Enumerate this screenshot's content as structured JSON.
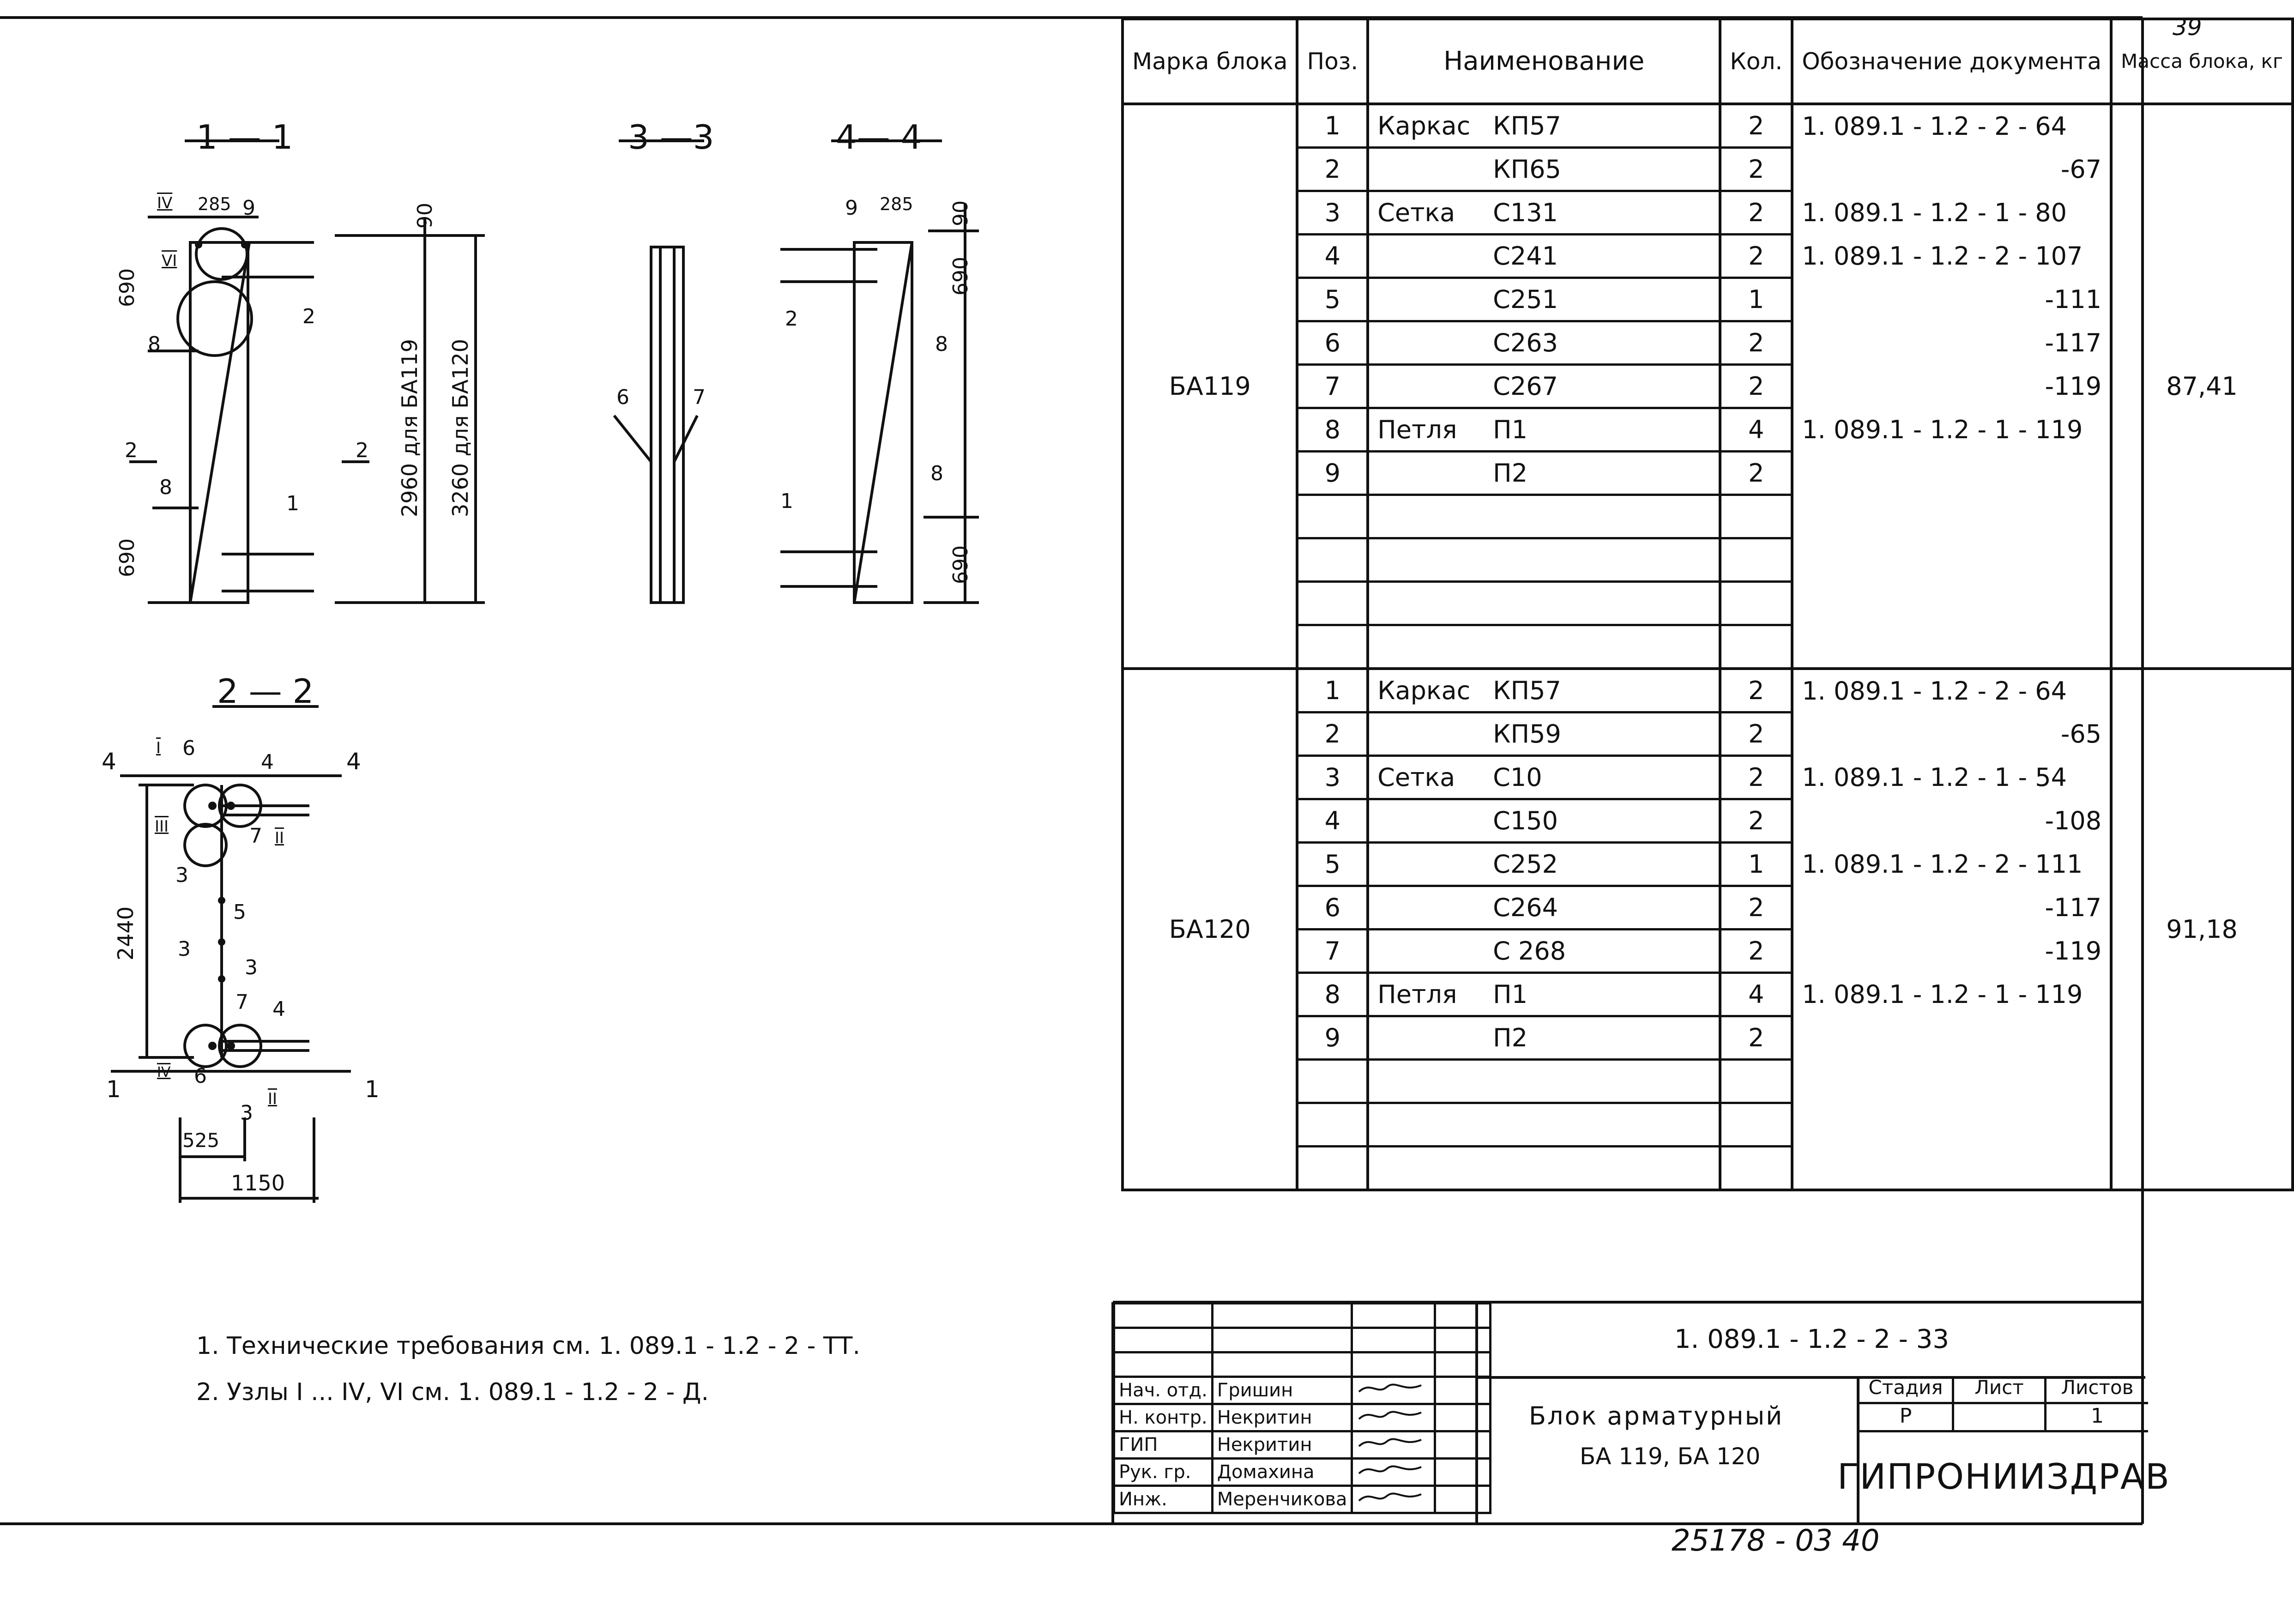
{
  "corner_sheet_number": "39",
  "sections": {
    "s11": "1 — 1",
    "s33": "3 —3",
    "s44": "4— 4",
    "s22": "2 — 2"
  },
  "dims": {
    "d90a": "90",
    "d690a": "690",
    "d690b": "690",
    "d2960": "2960 для БА119",
    "d3260": "3260 для БА120",
    "d285a": "285",
    "d285b": "285",
    "d90b": "90",
    "d690c": "690",
    "d690d": "690",
    "d2440": "2440",
    "d525": "525",
    "d1150": "1150"
  },
  "labels": {
    "iv": "IV",
    "vi": "VI",
    "i": "I",
    "iii": "III",
    "ii": "II",
    "iva": "IV",
    "p9a": "9",
    "p2a": "2",
    "p8a": "8",
    "p8b": "8",
    "p1a": "1",
    "cut2l": "2",
    "cut2r": "2",
    "p6": "6",
    "p7": "7",
    "p9b": "9",
    "p2b": "2",
    "p8c": "8",
    "p8d": "8",
    "p1b": "1",
    "c4l": "4",
    "c4r": "4",
    "c1l": "1",
    "c1r": "1",
    "q6a": "6",
    "q4a": "4",
    "q7a": "7",
    "q3a": "3",
    "q5": "5",
    "q3b": "3",
    "q3c": "3",
    "q7b": "7",
    "q4b": "4",
    "q6b": "6",
    "q3d": "3"
  },
  "table": {
    "headers": {
      "mark": "Марка блока",
      "pos": "Поз.",
      "name": "Наименование",
      "qty": "Кол.",
      "doc": "Обозначение документа",
      "mass": "Масса блока, кг"
    },
    "blocks": [
      {
        "mark": "БА119",
        "mass": "87,41",
        "rows": [
          {
            "pos": "1",
            "type": "Каркас",
            "code": "КП57",
            "qty": "2",
            "doc": "1. 089.1 - 1.2 - 2 - 64"
          },
          {
            "pos": "2",
            "type": "",
            "code": "КП65",
            "qty": "2",
            "doc": "-67"
          },
          {
            "pos": "3",
            "type": "Сетка",
            "code": "С131",
            "qty": "2",
            "doc": "1. 089.1 - 1.2 - 1 - 80"
          },
          {
            "pos": "4",
            "type": "",
            "code": "С241",
            "qty": "2",
            "doc": "1. 089.1 - 1.2 - 2 - 107"
          },
          {
            "pos": "5",
            "type": "",
            "code": "С251",
            "qty": "1",
            "doc": "-111"
          },
          {
            "pos": "6",
            "type": "",
            "code": "С263",
            "qty": "2",
            "doc": "-117"
          },
          {
            "pos": "7",
            "type": "",
            "code": "С267",
            "qty": "2",
            "doc": "-119"
          },
          {
            "pos": "8",
            "type": "Петля",
            "code": "П1",
            "qty": "4",
            "doc": "1. 089.1 - 1.2 - 1 - 119"
          },
          {
            "pos": "9",
            "type": "",
            "code": "П2",
            "qty": "2",
            "doc": ""
          },
          {
            "pos": "",
            "type": "",
            "code": "",
            "qty": "",
            "doc": ""
          },
          {
            "pos": "",
            "type": "",
            "code": "",
            "qty": "",
            "doc": ""
          },
          {
            "pos": "",
            "type": "",
            "code": "",
            "qty": "",
            "doc": ""
          },
          {
            "pos": "",
            "type": "",
            "code": "",
            "qty": "",
            "doc": ""
          }
        ]
      },
      {
        "mark": "БА120",
        "mass": "91,18",
        "rows": [
          {
            "pos": "1",
            "type": "Каркас",
            "code": "КП57",
            "qty": "2",
            "doc": "1. 089.1 - 1.2 - 2 - 64"
          },
          {
            "pos": "2",
            "type": "",
            "code": "КП59",
            "qty": "2",
            "doc": "-65"
          },
          {
            "pos": "3",
            "type": "Сетка",
            "code": "С10",
            "qty": "2",
            "doc": "1. 089.1 - 1.2 - 1 - 54"
          },
          {
            "pos": "4",
            "type": "",
            "code": "С150",
            "qty": "2",
            "doc": "-108"
          },
          {
            "pos": "5",
            "type": "",
            "code": "С252",
            "qty": "1",
            "doc": "1. 089.1 - 1.2 - 2 - 111"
          },
          {
            "pos": "6",
            "type": "",
            "code": "С264",
            "qty": "2",
            "doc": "-117"
          },
          {
            "pos": "7",
            "type": "",
            "code": "С 268",
            "qty": "2",
            "doc": "-119"
          },
          {
            "pos": "8",
            "type": "Петля",
            "code": "П1",
            "qty": "4",
            "doc": "1. 089.1 - 1.2 - 1 - 119"
          },
          {
            "pos": "9",
            "type": "",
            "code": "П2",
            "qty": "2",
            "doc": ""
          },
          {
            "pos": "",
            "type": "",
            "code": "",
            "qty": "",
            "doc": ""
          },
          {
            "pos": "",
            "type": "",
            "code": "",
            "qty": "",
            "doc": ""
          },
          {
            "pos": "",
            "type": "",
            "code": "",
            "qty": "",
            "doc": ""
          }
        ]
      }
    ]
  },
  "notes": [
    "1. Технические требования см. 1. 089.1 - 1.2 - 2 - ТТ.",
    "2. Узлы I ... IV, VI   см. 1. 089.1 - 1.2 - 2 - Д."
  ],
  "title_block": {
    "document_code": "1. 089.1 - 1.2 - 2 - 33",
    "title_line1": "Блок арматурный",
    "title_line2": "БА 119, БА 120",
    "stage_label": "Стадия",
    "sheet_label": "Лист",
    "sheets_label": "Листов",
    "stage_value": "Р",
    "sheet_value": "",
    "sheets_value": "1",
    "organization": "ГИПРОНИИЗДРАВ",
    "signers": [
      {
        "role": "Нач. отд.",
        "name": "Гришин"
      },
      {
        "role": "Н. контр.",
        "name": "Некритин"
      },
      {
        "role": "ГИП",
        "name": "Некритин"
      },
      {
        "role": "Рук. гр.",
        "name": "Домахина"
      },
      {
        "role": "Инж.",
        "name": "Меренчикова"
      }
    ]
  },
  "stamp_number": "25178 - 03   40"
}
